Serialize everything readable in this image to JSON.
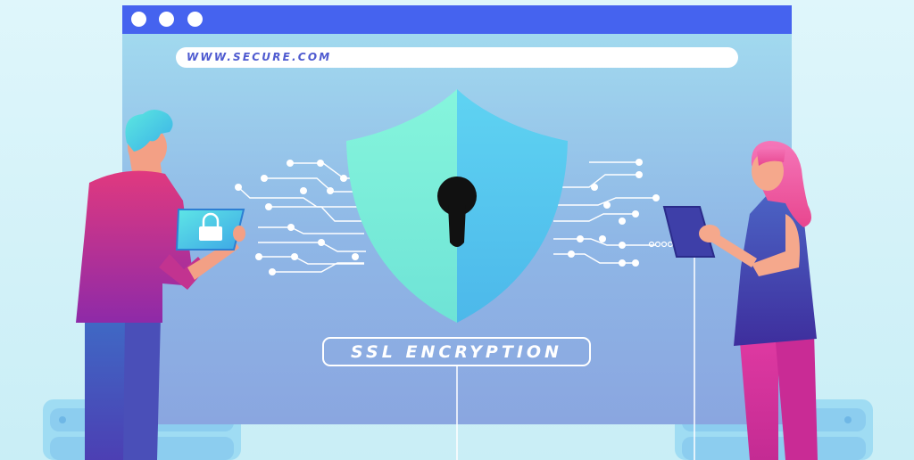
{
  "browser": {
    "url": "WWW.SECURE.COM",
    "window_controls": [
      "dot",
      "dot",
      "dot"
    ]
  },
  "illustration": {
    "badge_label": "SSL ENCRYPTION",
    "center_icon": "shield-keyhole-icon",
    "tablet_icon": "padlock-icon"
  },
  "colors": {
    "titlebar": "#4563ef",
    "url_text": "#4f5bd0",
    "shield_left": "#7ff0da",
    "shield_right": "#55c8f0",
    "man_shirt": "#b02a9b",
    "woman_hair": "#f05aa8",
    "woman_top": "#3e56b8"
  }
}
